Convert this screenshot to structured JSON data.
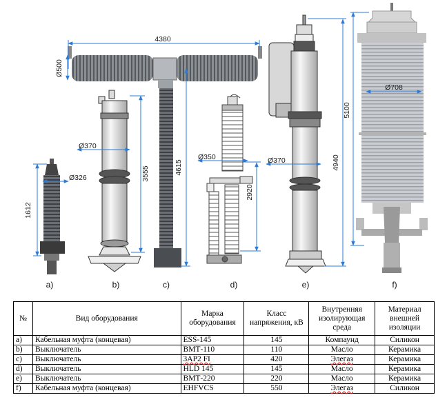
{
  "figure": {
    "dims": {
      "a_diam": "Ø326",
      "a_height": "1612",
      "b_diam": "Ø370",
      "b_height": "3555",
      "c_width": "4380",
      "c_diam": "Ø500",
      "c_height": "4615",
      "d_diam": "Ø350",
      "d_height": "2920",
      "e_diam": "Ø370",
      "e_height": "4940",
      "f_diam": "Ø708",
      "f_height": "5100"
    },
    "labels": [
      "a)",
      "b)",
      "c)",
      "d)",
      "e)",
      "f)"
    ]
  },
  "table": {
    "headers": [
      "№",
      "Вид оборудования",
      "Марка оборудования",
      "Класс напряжения, кВ",
      "Внутренняя изолирующая среда",
      "Материал внешней изоляции"
    ],
    "rows": [
      [
        "a)",
        "Кабельная муфта (концевая)",
        "ESS-145",
        "145",
        "Компаунд",
        "Силикон"
      ],
      [
        "b)",
        "Выключатель",
        "ВМТ-110",
        "110",
        "Масло",
        "Керамика"
      ],
      [
        "c)",
        "Выключатель",
        "3AP2 FI",
        "420",
        "Элегаз",
        "Керамика"
      ],
      [
        "d)",
        "Выключатель",
        "HLD 145",
        "145",
        "Масло",
        "Керамика"
      ],
      [
        "e)",
        "Выключатель",
        "ВМТ-220",
        "220",
        "Масло",
        "Керамика"
      ],
      [
        "f)",
        "Кабельная муфта (концевая)",
        "EHFVCS",
        "550",
        "Элегаз",
        "Силикон"
      ]
    ]
  }
}
